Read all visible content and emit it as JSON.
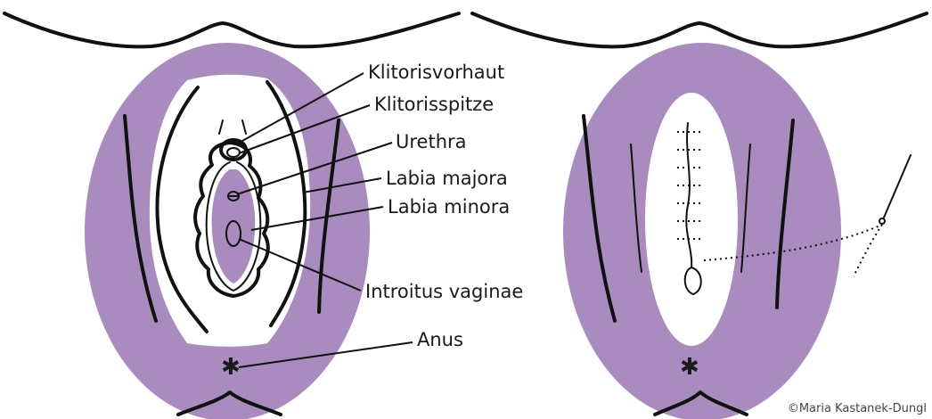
{
  "colors": {
    "shade": "#a98bbf",
    "ink": "#111111",
    "background": "#ffffff"
  },
  "labels": {
    "klitorisvorhaut": "Klitorisvorhaut",
    "klitorisspitze": "Klitorisspitze",
    "urethra": "Urethra",
    "labia_majora": "Labia majora",
    "labia_minora": "Labia minora",
    "introitus": "Introitus vaginae",
    "anus": "Anus"
  },
  "copyright": "©Maria Kastanek-Dungl"
}
